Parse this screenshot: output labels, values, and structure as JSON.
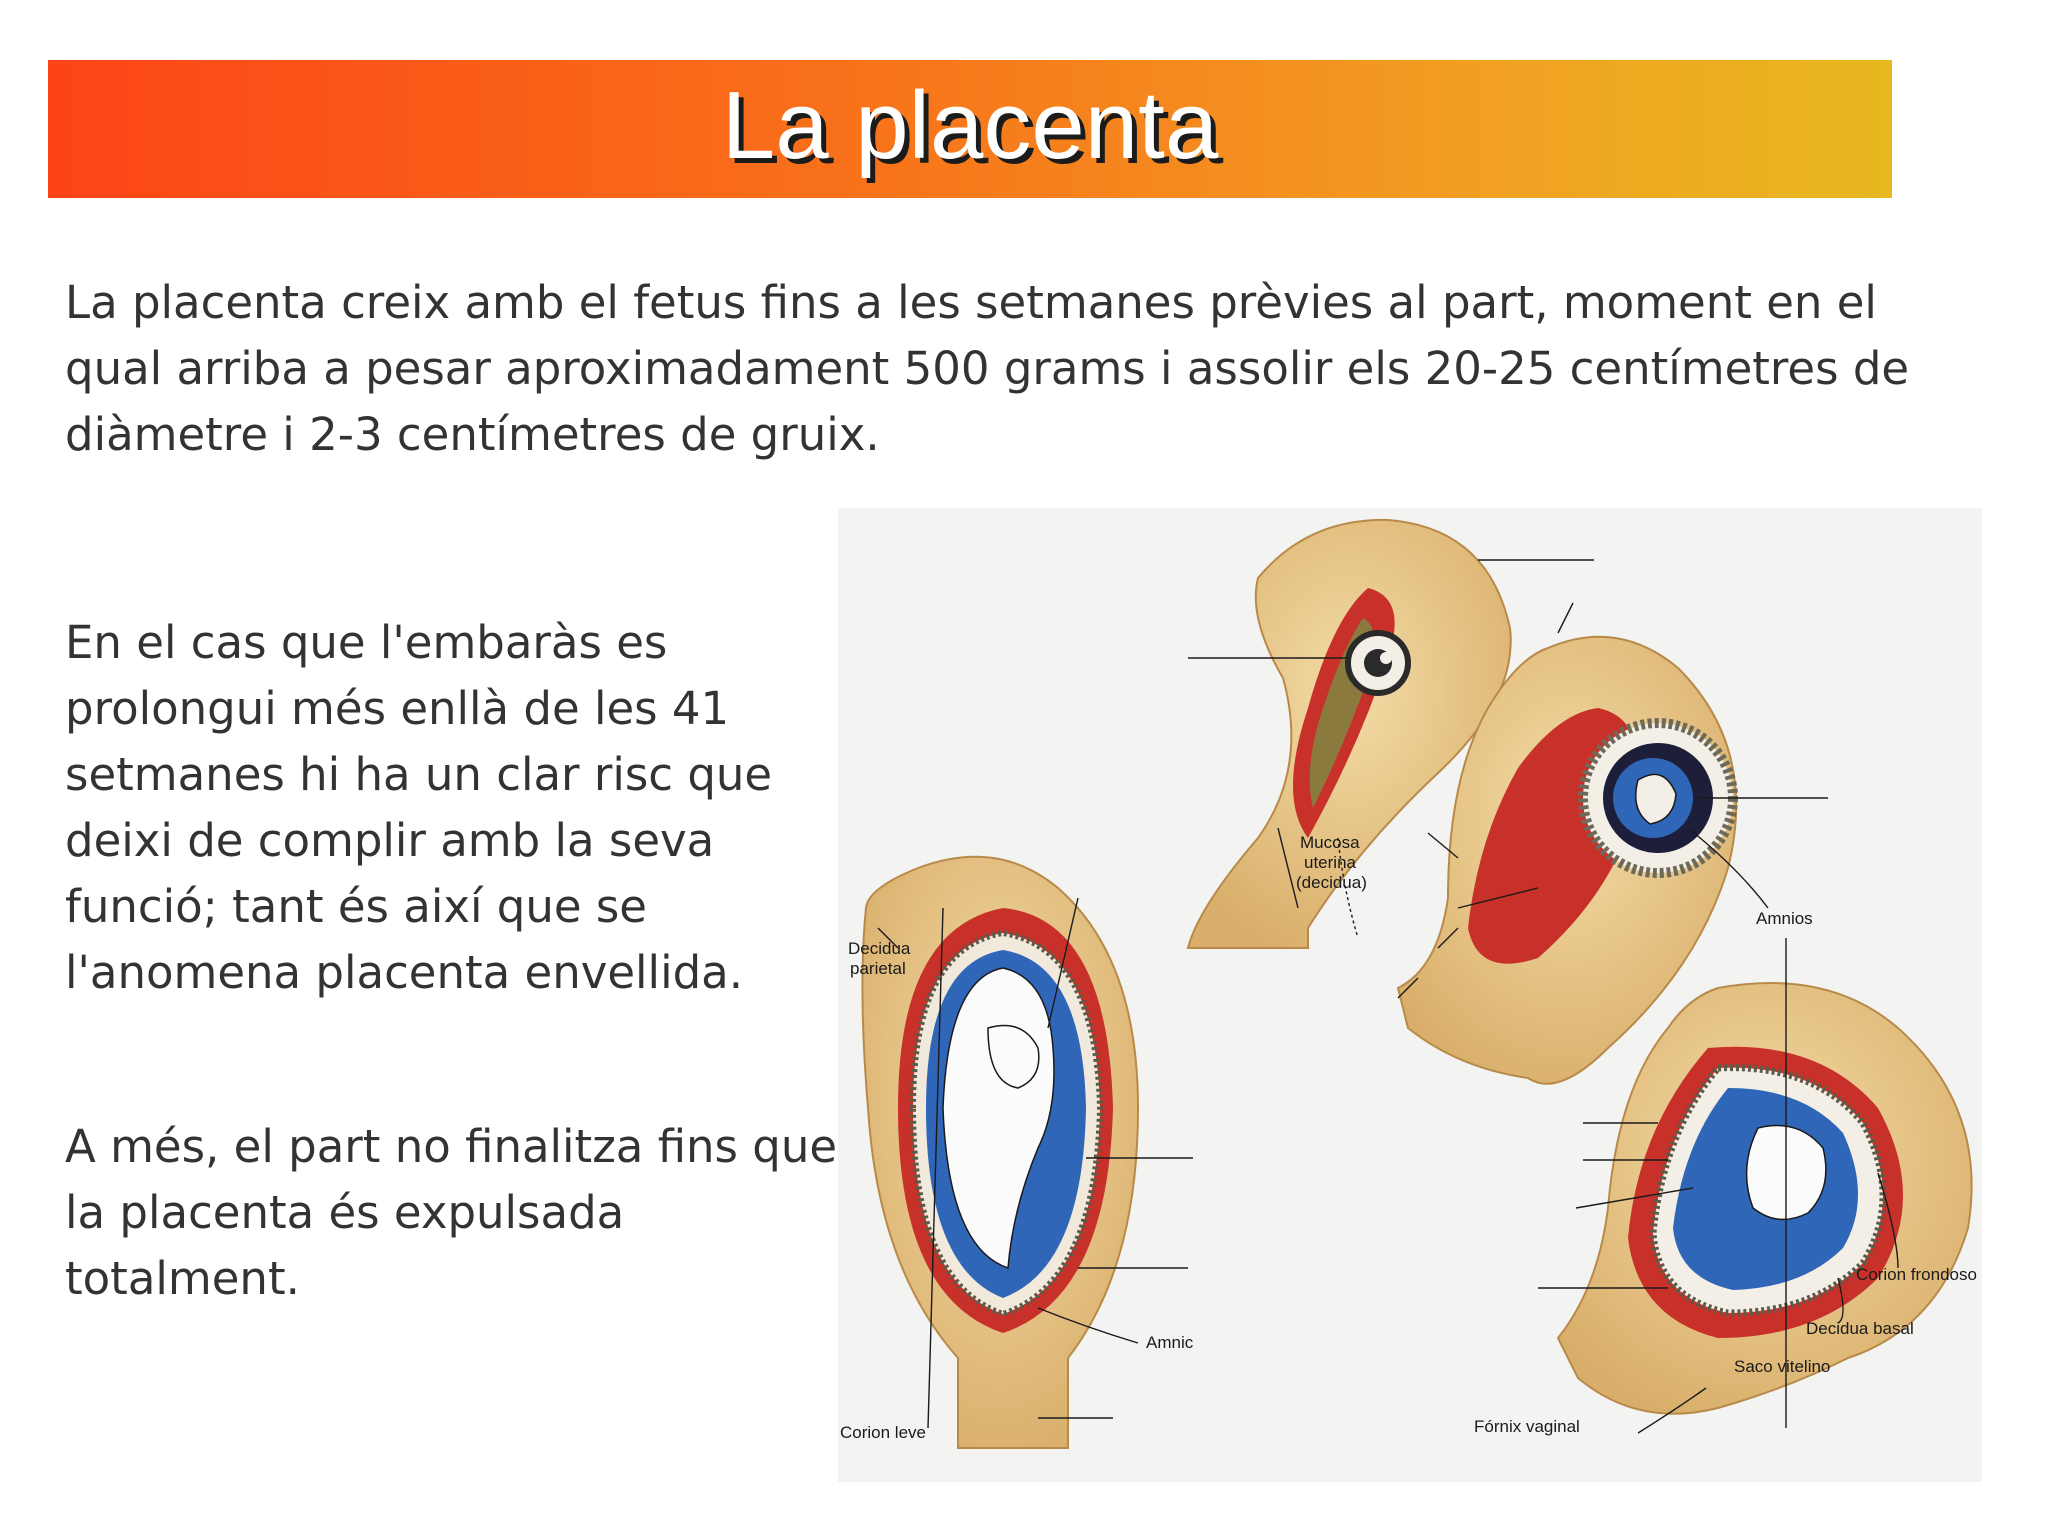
{
  "title": "La placenta",
  "paragraphs": {
    "p1": "La placenta creix amb el fetus fins a les setmanes prèvies al part, moment en el qual arriba a pesar aproximadament 500 grams i assolir els 20-25 centímetres de diàmetre i 2-3 centímetres de gruix.",
    "p2": "En el cas que l'embaràs es prolongui més enllà de les 41 setmanes hi ha un clar risc que deixi de complir amb la seva funció; tant és així que se l'anomena placenta envellida.",
    "p3": "A més, el part no finalitza fins que la placenta és expulsada totalment."
  },
  "figure": {
    "labels": {
      "mucosa_1": "Mucosa",
      "mucosa_2": "uterina",
      "mucosa_3": "(decidua)",
      "amnios": "Amnios",
      "decidua_parietal_1": "Decidua",
      "decidua_parietal_2": "parietal",
      "amnio_cut": "Amnic",
      "corion_leve": "Corion leve",
      "corion_frondoso": "Corion frondoso",
      "decidua_basal": "Decidua basal",
      "saco_vitelino": "Saco vitelino",
      "fornix_vaginal": "Fórnix vaginal"
    }
  },
  "colors": {
    "title_gradient_start": "#fc4416",
    "title_gradient_end": "#e8b81f",
    "uterus_wall": "#e9c98a",
    "decidua": "#c8312a",
    "amniotic_fluid": "#2f66b8"
  }
}
